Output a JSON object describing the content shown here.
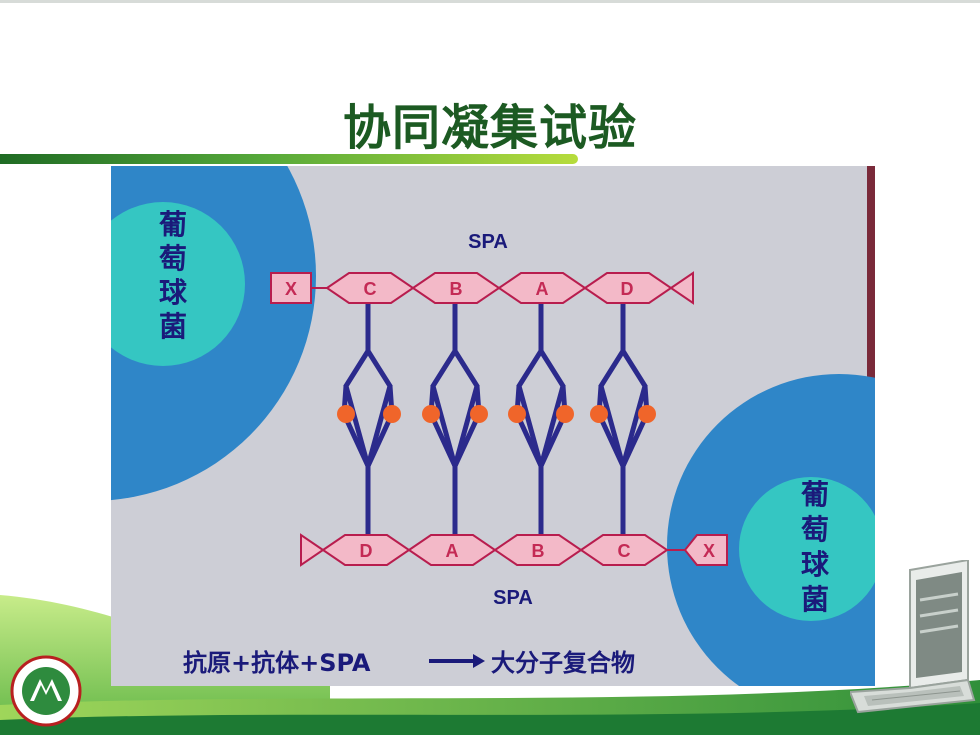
{
  "slide": {
    "title": "协同凝集试验"
  },
  "figure": {
    "colors": {
      "background": "#cdced6",
      "bacteria_outer": "#2f86c8",
      "bacteria_inner": "#35c6c2",
      "domain_fill": "#f3b9c8",
      "domain_stroke": "#b81d4e",
      "antibody_line": "#2b2a8c",
      "fc_dot": "#f0652a",
      "caption": "#1a1a7a"
    },
    "bacterium_left_label": [
      "葡",
      "萄",
      "球",
      "菌"
    ],
    "bacterium_right_label": [
      "葡",
      "萄",
      "球",
      "菌"
    ],
    "spa_top_label": "SPA",
    "spa_bottom_label": "SPA",
    "spa_top_domains": [
      "X",
      "C",
      "B",
      "A",
      "D"
    ],
    "spa_bottom_domains": [
      "D",
      "A",
      "B",
      "C",
      "X"
    ],
    "caption": "抗原+抗体+SPA",
    "caption_result": "大分子复合物"
  }
}
